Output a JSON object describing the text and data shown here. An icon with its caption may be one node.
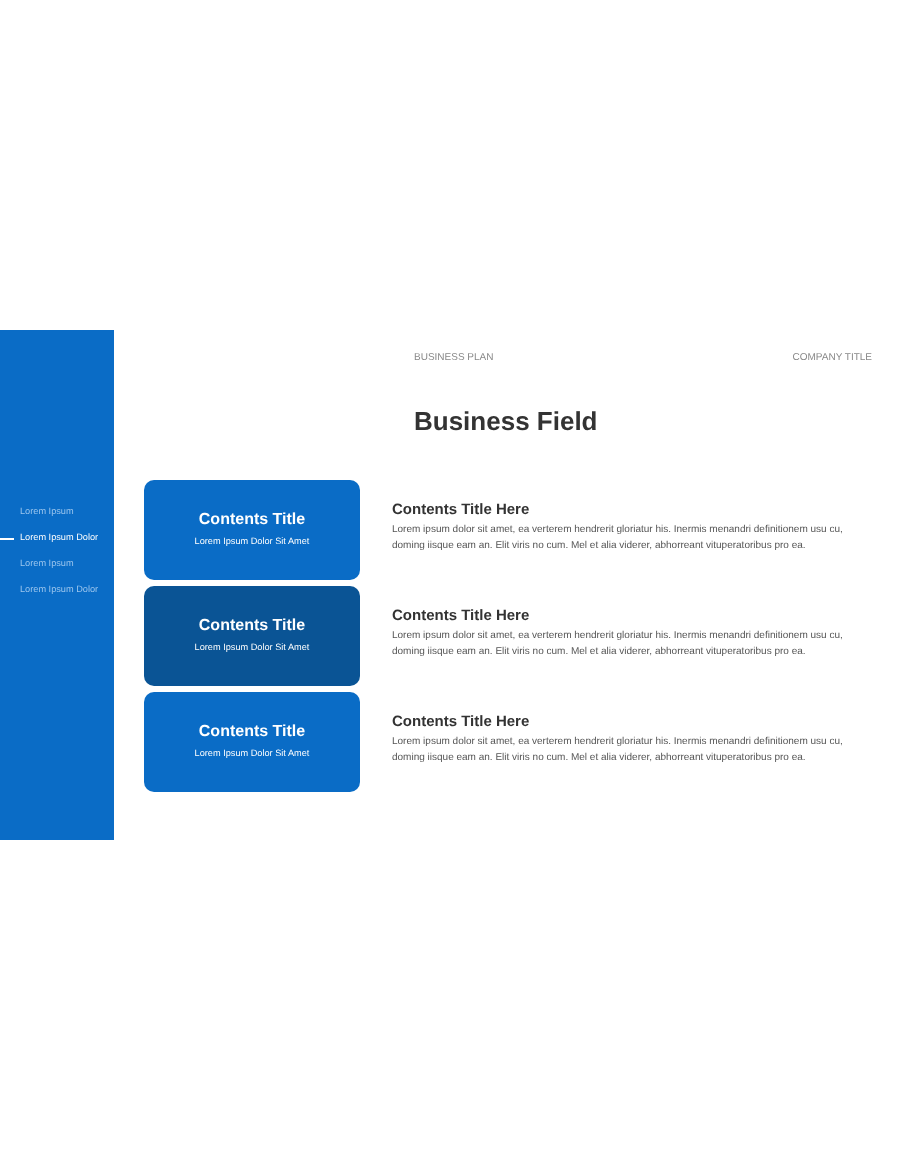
{
  "diagram": {
    "title": "Business Field",
    "nodes": [
      {
        "text": [
          "Lorem Ipsum",
          "Lorem Ipsum Dolor",
          "Lorem Ipsum",
          "Lorem Ipsum Dolor"
        ]
      },
      {
        "text": [
          "Contents Title",
          "Lorem Ipsum Dolor Sit Amet"
        ]
      },
      {
        "text": [
          "Contents Title",
          "Lorem Ipsum Dolor Sit Amet"
        ]
      },
      {
        "text": [
          "Contents Title",
          "Lorem Ipsum Dolor Sit Amet"
        ]
      }
    ],
    "labels": [
      "BUSINESS PLAN",
      "COMPANY TITLE",
      "Contents Title Here",
      "Lorem ipsum dolor sit amet, ea verterem hendrerit gloriatur his. Inermis menandri definitionem usu cu, doming iisque eam an. Elit viris no cum. Mel et alia viderer, abhorreant vituperatoribus pro ea.",
      "Contents Title Here",
      "Lorem ipsum dolor sit amet, ea verterem hendrerit gloriatur his. Inermis menandri definitionem usu cu, doming iisque eam an. Elit viris no cum. Mel et alia viderer, abhorreant vituperatoribus pro ea.",
      "Contents Title Here",
      "Lorem ipsum dolor sit amet, ea verterem hendrerit gloriatur his. Inermis menandri definitionem usu cu, doming iisque eam an. Elit viris no cum. Mel et alia viderer, abhorreant vituperatoribus pro ea."
    ]
  }
}
